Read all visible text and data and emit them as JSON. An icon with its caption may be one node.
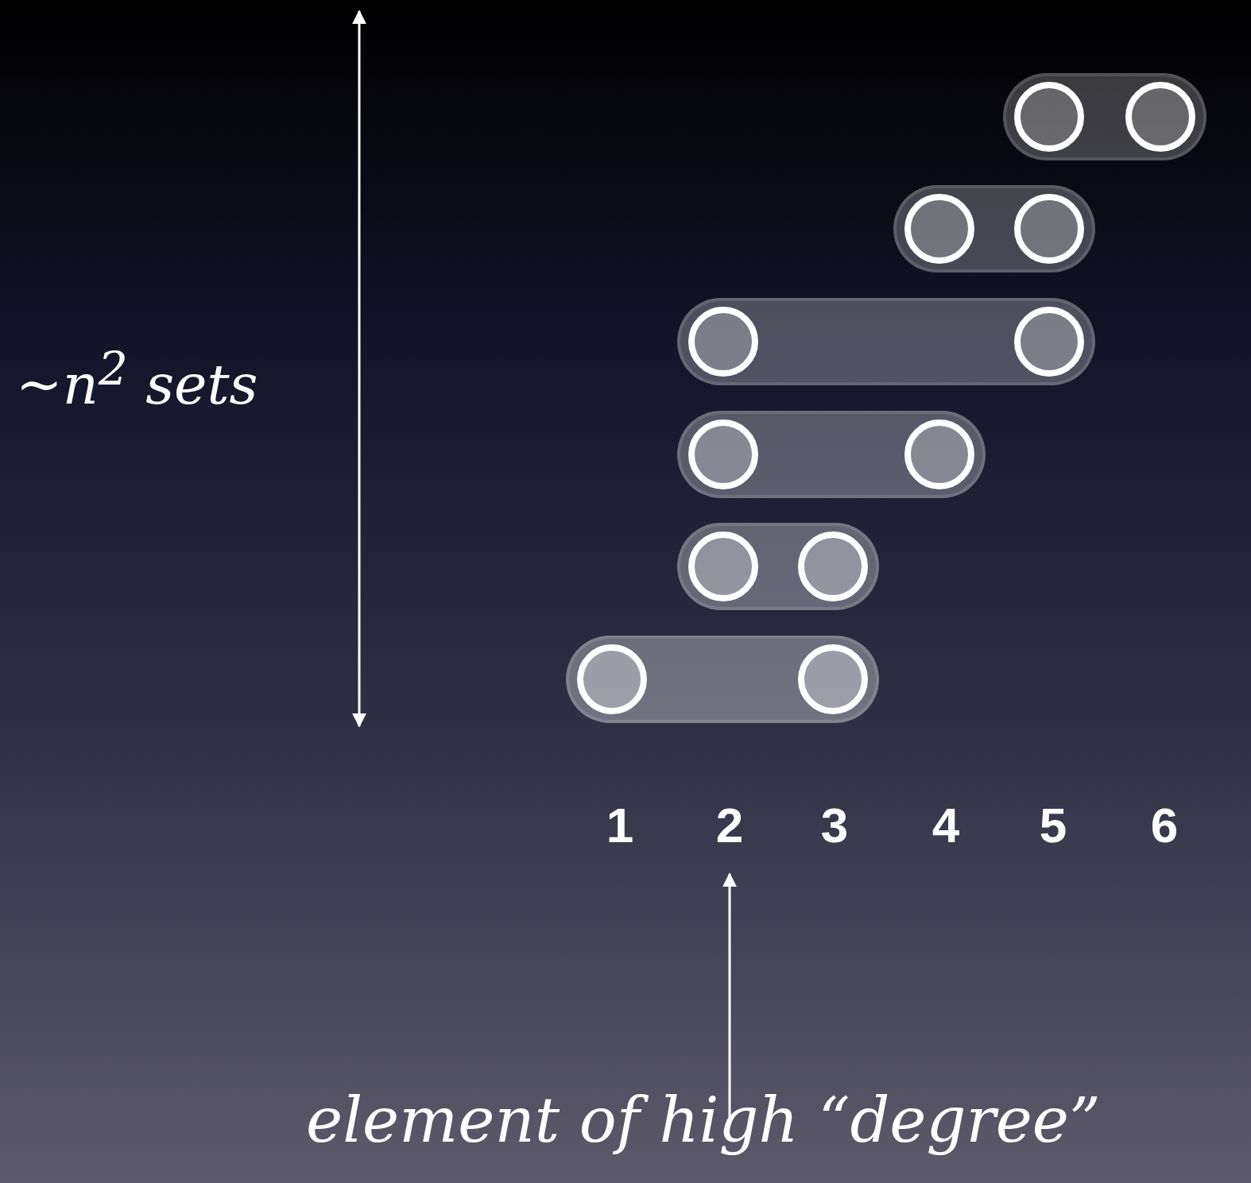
{
  "diagram": {
    "nodes": [
      {
        "text": [],
        "shape": "bar"
      },
      {
        "text": [],
        "shape": "circle",
        "in": 0
      },
      {
        "text": [],
        "shape": "circle",
        "in": 0
      },
      {
        "text": [],
        "shape": "bar"
      },
      {
        "text": [],
        "shape": "circle",
        "in": 3
      },
      {
        "text": [],
        "shape": "circle",
        "in": 3
      },
      {
        "text": [],
        "shape": "bar"
      },
      {
        "text": [],
        "shape": "circle",
        "in": 6
      },
      {
        "text": [],
        "shape": "circle",
        "in": 6
      },
      {
        "text": [],
        "shape": "bar"
      },
      {
        "text": [],
        "shape": "circle",
        "in": 9
      },
      {
        "text": [],
        "shape": "circle",
        "in": 9
      },
      {
        "text": [],
        "shape": "bar"
      },
      {
        "text": [],
        "shape": "circle",
        "in": 12
      },
      {
        "text": [],
        "shape": "circle",
        "in": 12
      },
      {
        "text": [],
        "shape": "bar"
      },
      {
        "text": [],
        "shape": "circle",
        "in": 15
      },
      {
        "text": [],
        "shape": "circle",
        "in": 15
      },
      {
        "text": [
          "2"
        ]
      },
      {
        "text": [
          "element of high “degree”"
        ]
      }
    ],
    "edges": [
      {
        "from": 19,
        "to": 18,
        "arrow": "to"
      }
    ],
    "labels": [
      "~n$^{2}$ sets",
      "1",
      "3",
      "4",
      "5",
      "6"
    ]
  }
}
